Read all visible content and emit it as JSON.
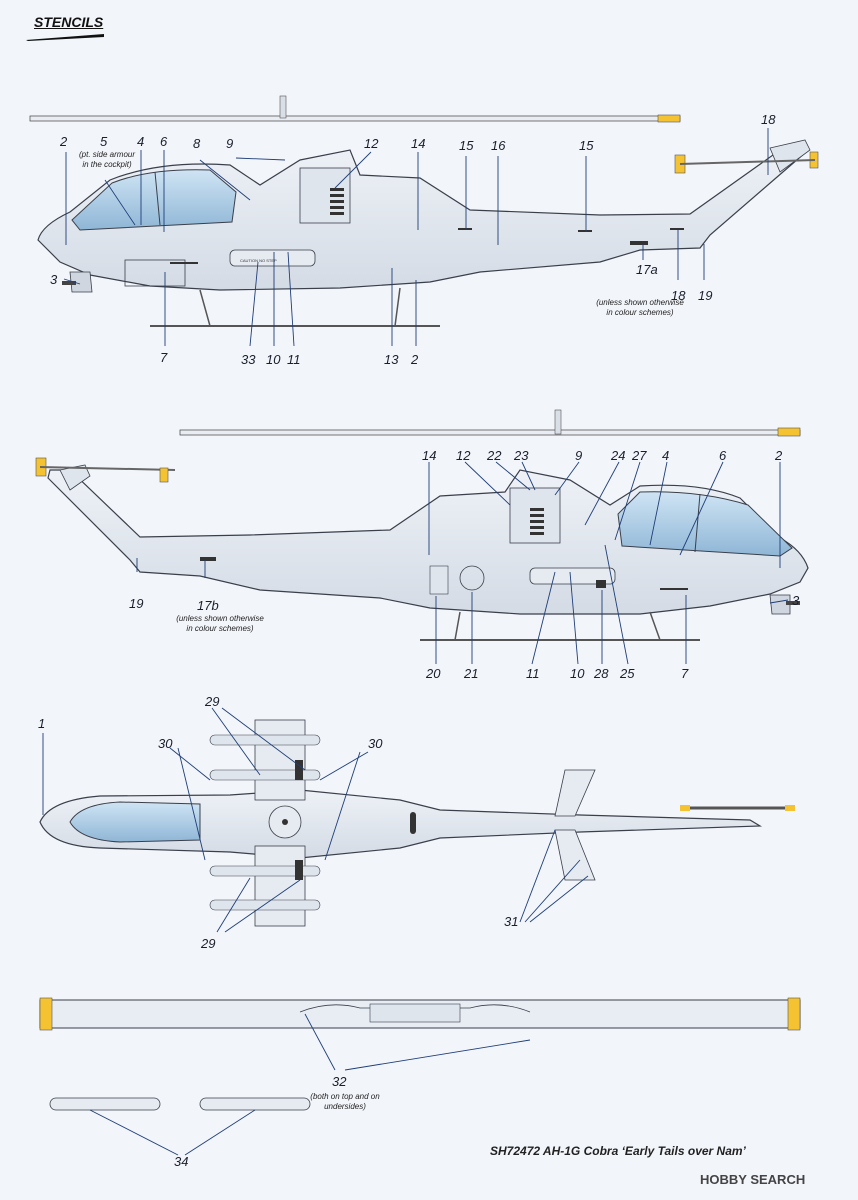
{
  "header": {
    "title": "STENCILS"
  },
  "footer": {
    "caption": "SH72472 AH-1G Cobra ‘Early Tails over Nam’",
    "watermark": "HOBBY SEARCH"
  },
  "notes": {
    "armour": "(pt. side armour\nin the cockpit)",
    "n17a": "(unless shown otherwise\nin colour schemes)",
    "n17b": "(unless shown otherwise\nin colour schemes)",
    "n32": "(both on top and on undersides)"
  },
  "stencil_text": "CAUTION NO STEP",
  "colors": {
    "rotor_tip": "#f5c232",
    "canopy": "#bcd9ef",
    "fuselage": "#e4e9f0",
    "outline": "#3a3f4a",
    "leader": "#1f3e78"
  },
  "side_top_labels": {
    "l2": "2",
    "l5": "5",
    "l4": "4",
    "l6": "6",
    "l8": "8",
    "l9": "9",
    "l12": "12",
    "l14": "14",
    "l15a": "15",
    "l16": "16",
    "l15b": "15",
    "l18a": "18",
    "l3": "3",
    "l17a": "17a",
    "l18b": "18",
    "l19": "19",
    "l7": "7",
    "l33": "33",
    "l10": "10",
    "l11": "11",
    "l13": "13",
    "l2b": "2"
  },
  "side_bottom_labels": {
    "l14": "14",
    "l12": "12",
    "l22": "22",
    "l23": "23",
    "l9": "9",
    "l24": "24",
    "l27": "27",
    "l4": "4",
    "l6": "6",
    "l2": "2",
    "l3": "3",
    "l19": "19",
    "l17b": "17b",
    "l20": "20",
    "l21": "21",
    "l11": "11",
    "l10": "10",
    "l28": "28",
    "l25": "25",
    "l7": "7"
  },
  "plan_labels": {
    "l1": "1",
    "l29a": "29",
    "l30a": "30",
    "l30b": "30",
    "l29b": "29",
    "l31": "31"
  },
  "rotor_labels": {
    "l32": "32",
    "l34": "34"
  }
}
